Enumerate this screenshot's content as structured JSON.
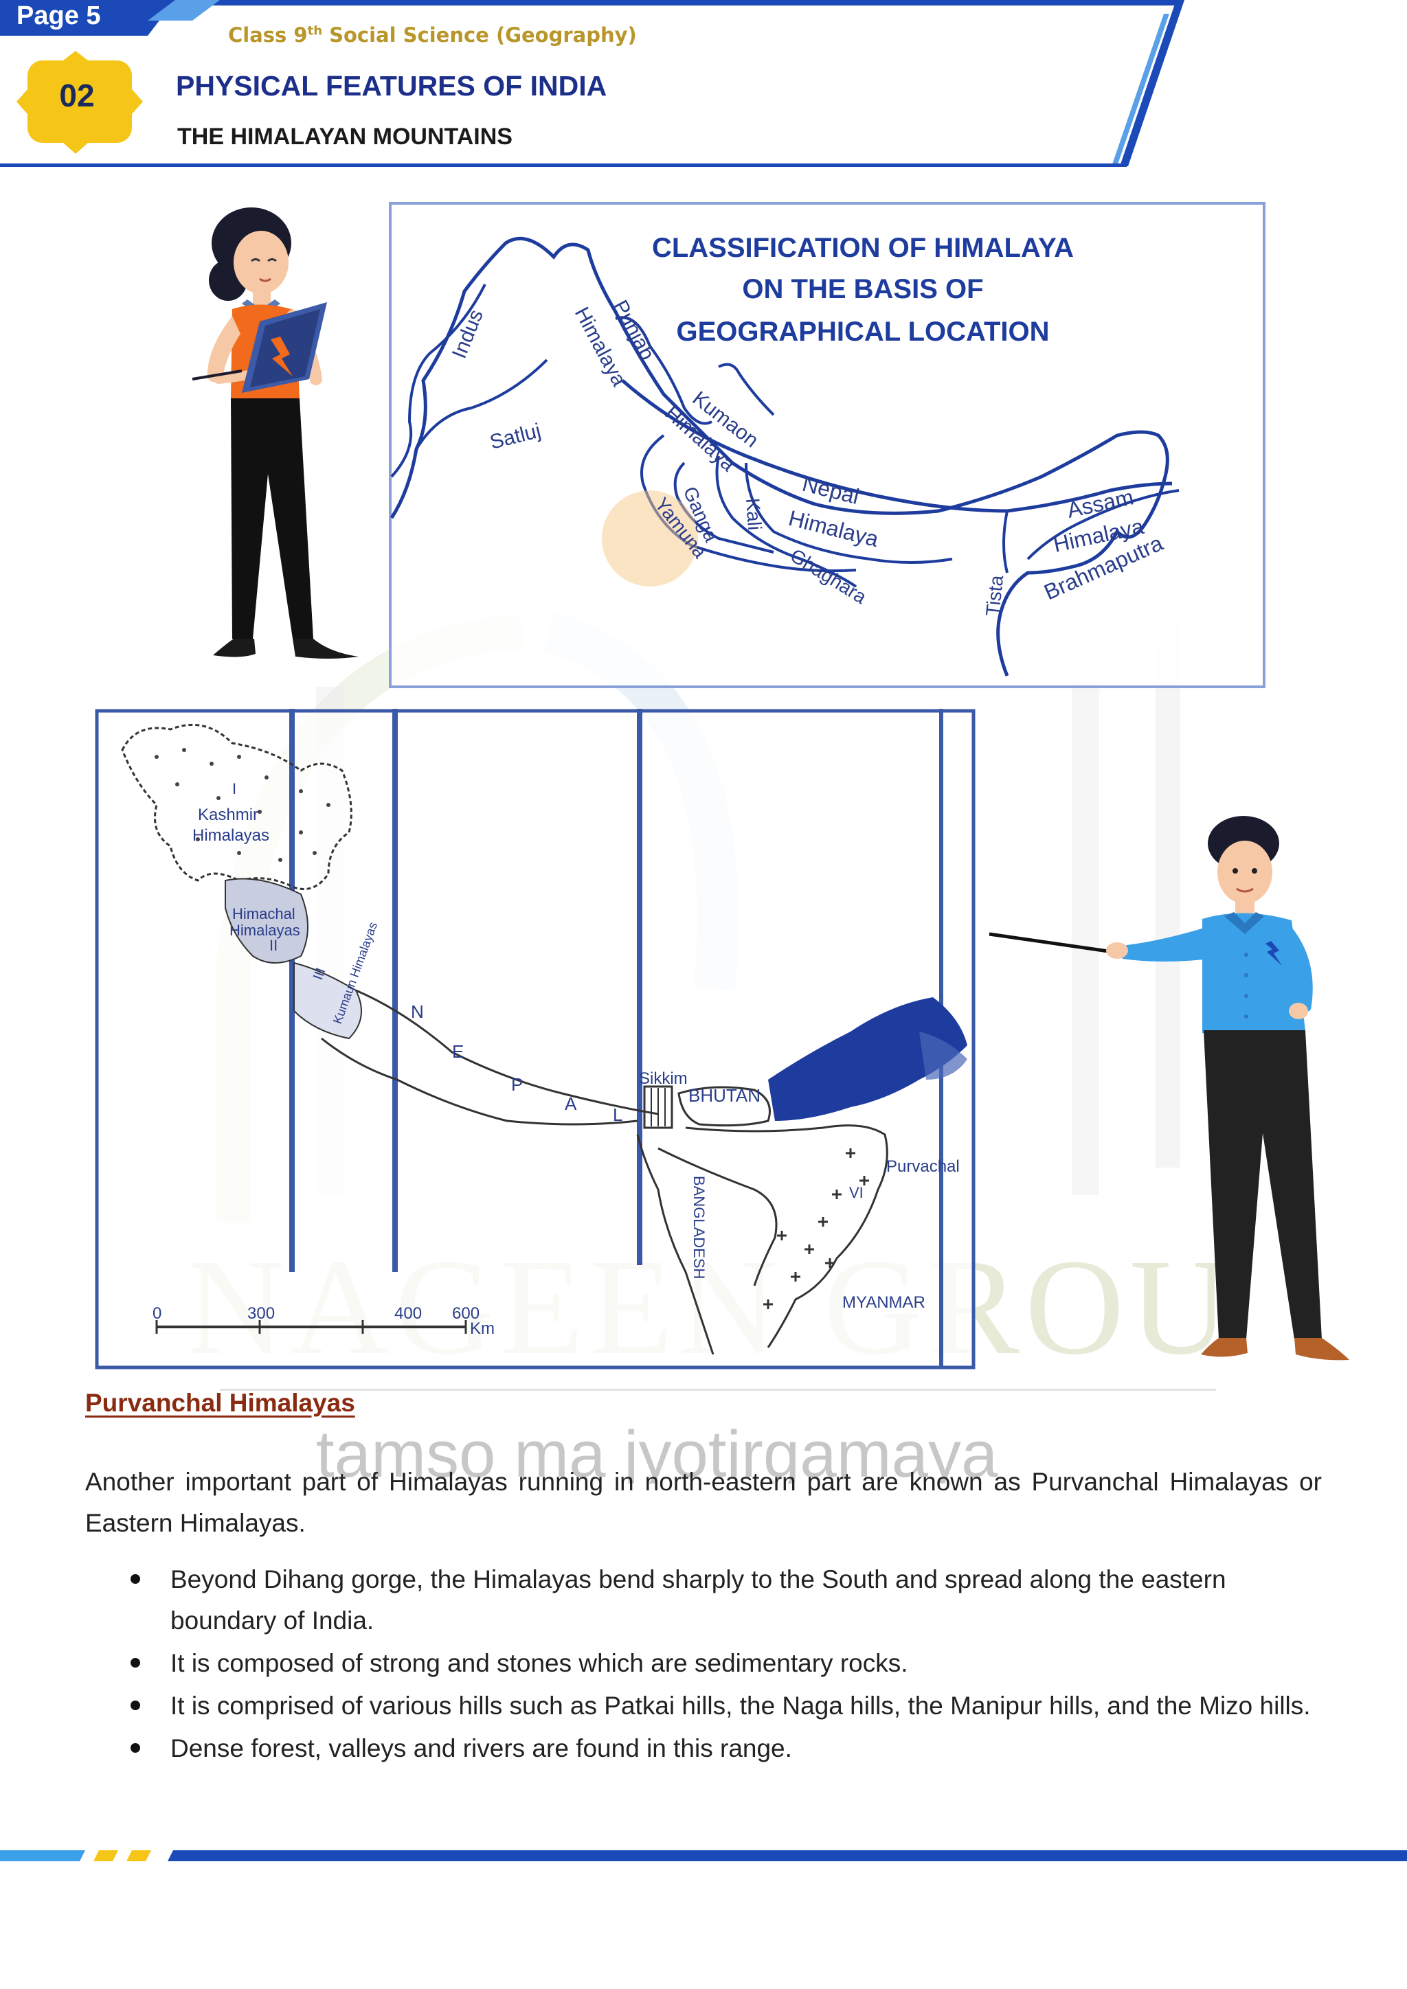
{
  "header": {
    "page_label": "Page 5",
    "class_prefix": "Class 9",
    "class_sup": "th",
    "class_suffix": " Social Science (Geography)",
    "chapter_number": "02",
    "chapter_title": "PHYSICAL FEATURES OF INDIA",
    "chapter_subtitle": "THE HIMALAYAN MOUNTAINS"
  },
  "top_map": {
    "title_lines": [
      "CLASSIFICATION OF HIMALAYA",
      "ON THE BASIS OF",
      "GEOGRAPHICAL LOCATION"
    ],
    "rivers": [
      "Indus",
      "Satluj",
      "Ganga",
      "Yamuna",
      "Kali",
      "Ghaghara",
      "Tista",
      "Brahmaputra"
    ],
    "regions": [
      "Punjab Himalaya",
      "Kumaon Himalaya",
      "Nepal Himalaya",
      "Assam Himalaya"
    ]
  },
  "bottom_map": {
    "regions": [
      "Kashmir Himalayas",
      "Himachal Himalayas",
      "Kumaun Himalayas",
      "Purvachal"
    ],
    "roman_numerals": [
      "I",
      "II",
      "III",
      "VI"
    ],
    "countries": [
      "N",
      "E",
      "P",
      "A",
      "L",
      "Sikkim",
      "BHUTAN",
      "BANGLADESH",
      "MYANMAR"
    ],
    "scale_ticks": [
      "0",
      "300",
      "400",
      "600"
    ],
    "scale_unit": "Km"
  },
  "watermark": {
    "brand": "NAGEEN GROUP",
    "motto": "tamso ma jyotirgamaya"
  },
  "content": {
    "section_heading": "Purvanchal Himalayas",
    "intro": "Another important part of Himalayas running in north-eastern part are known as Purvanchal Himalayas or Eastern Himalayas.",
    "bullets": [
      "Beyond Dihang gorge, the Himalayas bend sharply to the South and spread along the eastern boundary of India.",
      "It is composed of strong and stones which are sedimentary rocks.",
      "It is comprised of various hills such as Patkai hills, the Naga hills, the Manipur hills, and the Mizo hills.",
      "Dense forest, valleys and rivers are found in this range."
    ]
  },
  "colors": {
    "brand_blue": "#1b49b8",
    "accent_yellow": "#f5c518",
    "heading_brown": "#8a2a10",
    "map_blue": "#1d3c9e"
  }
}
